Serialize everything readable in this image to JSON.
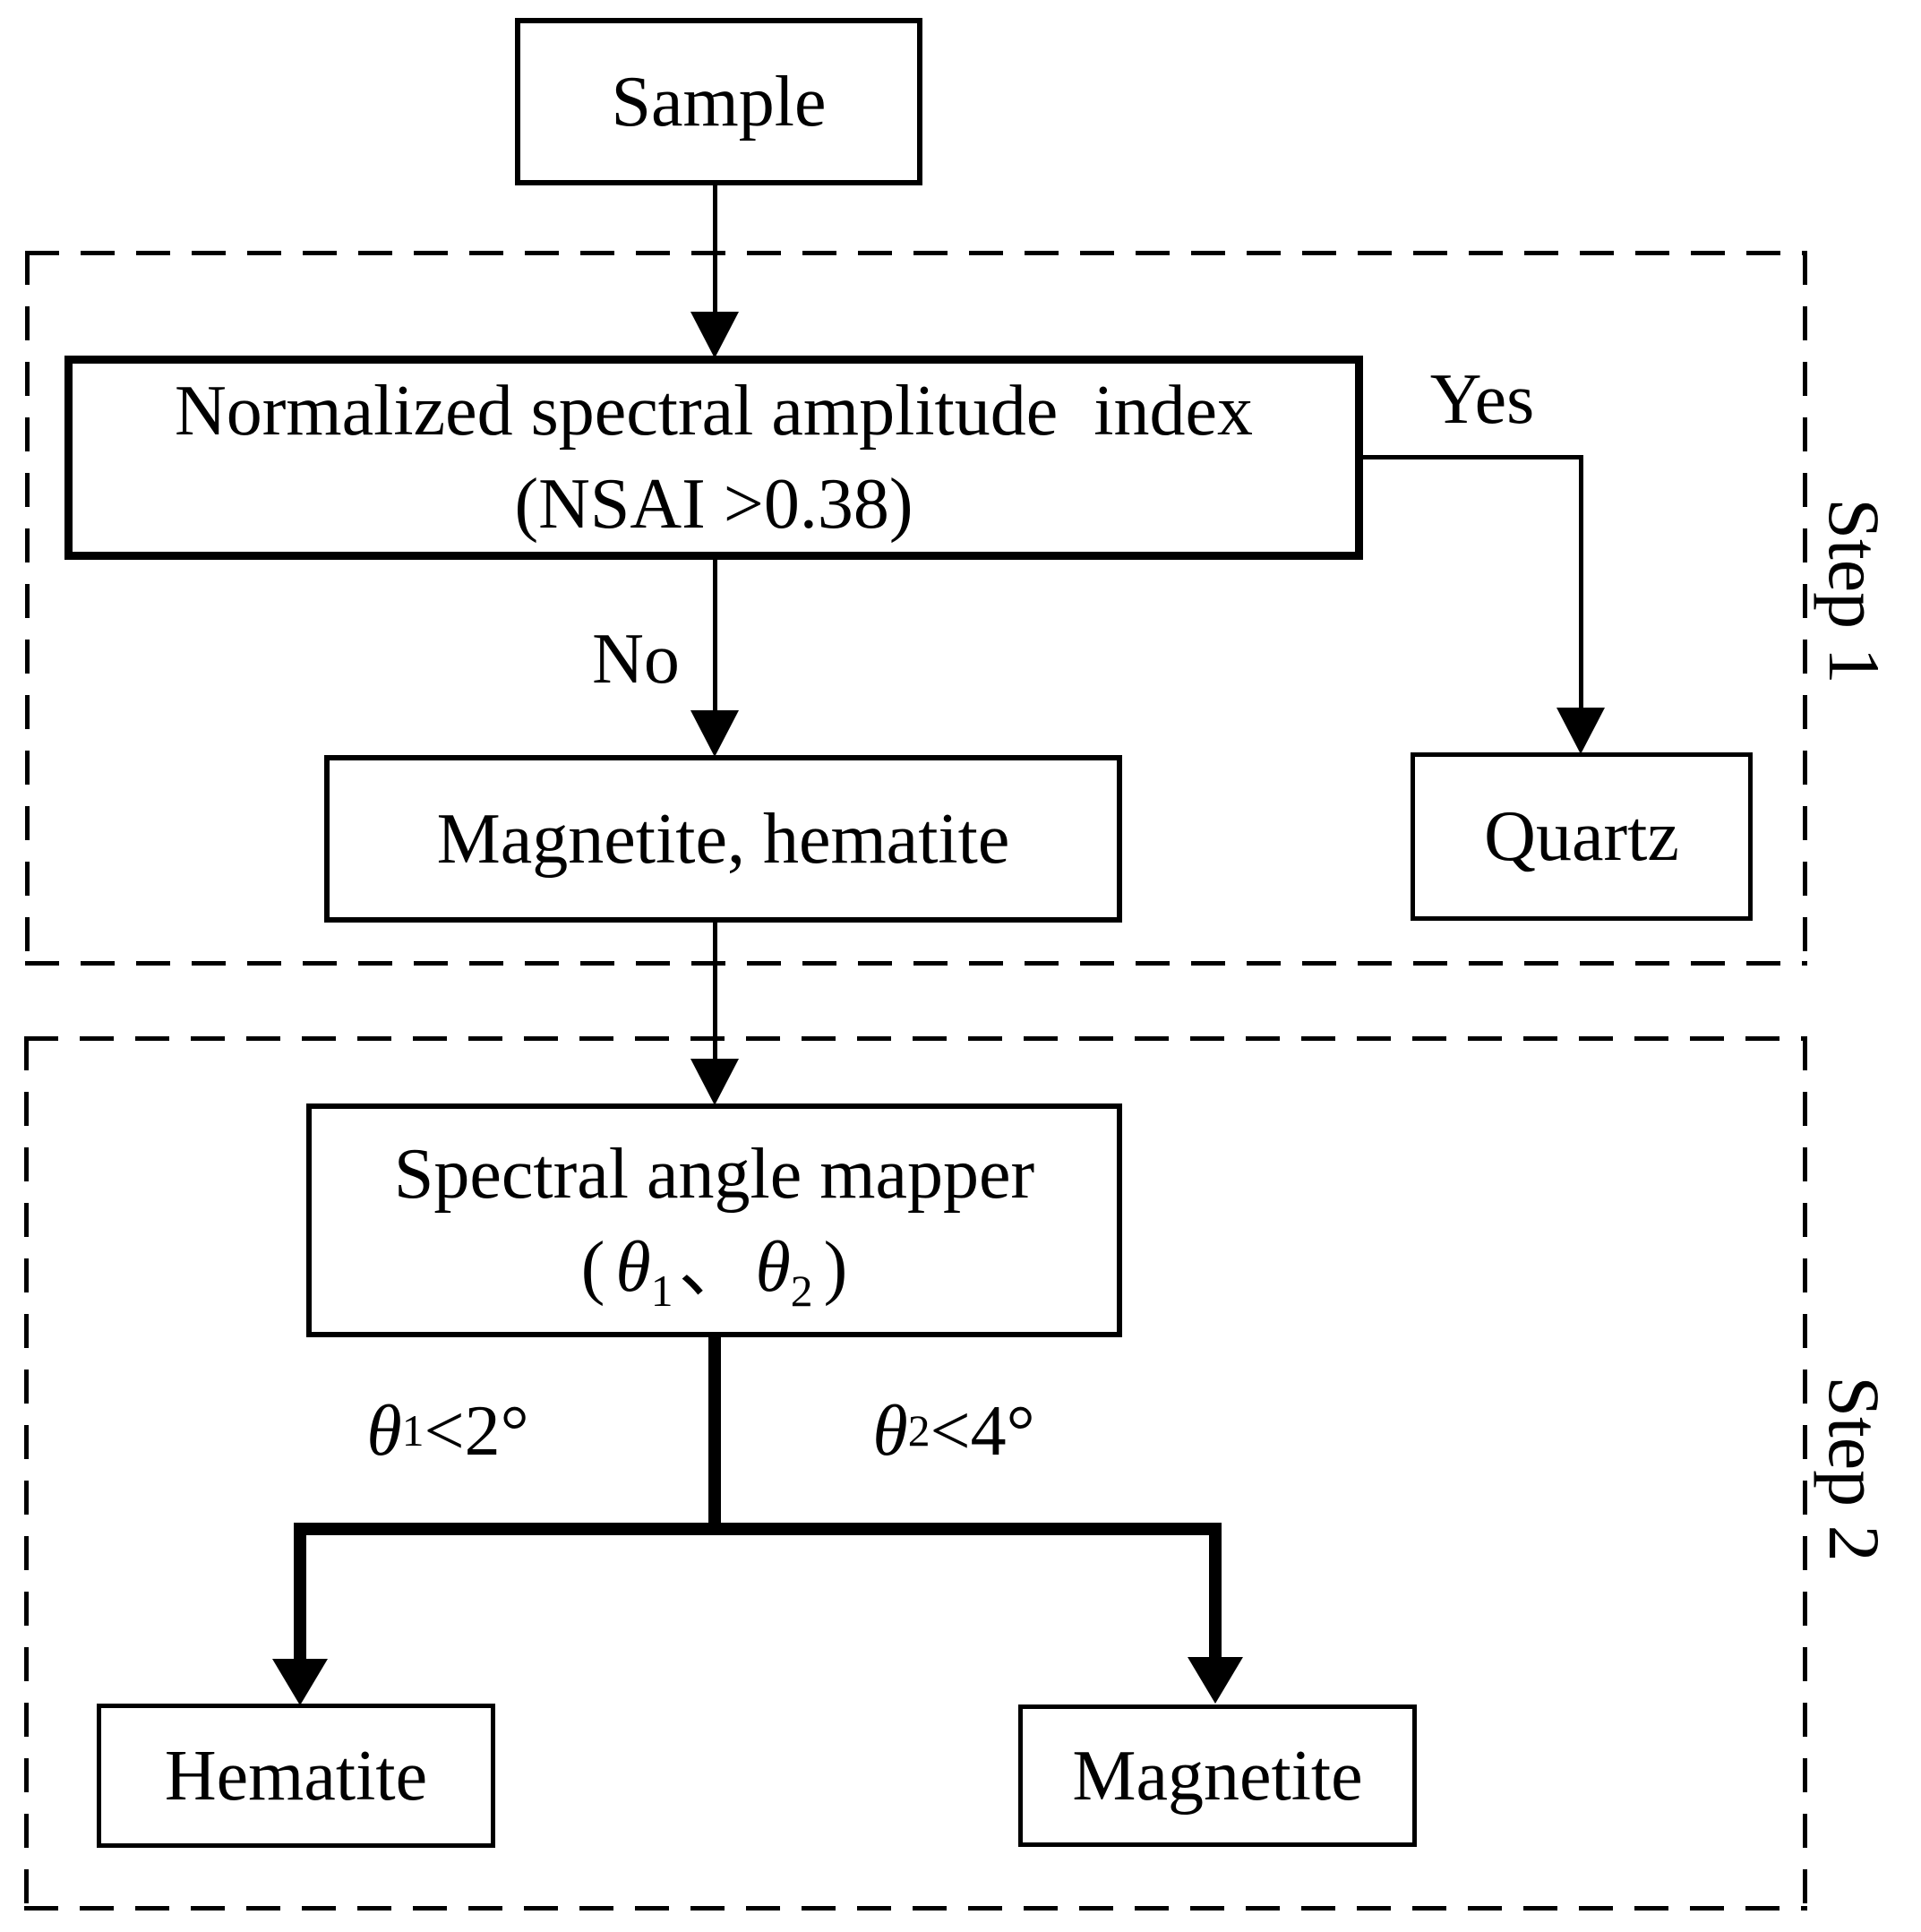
{
  "page": {
    "background": "#ffffff",
    "line_color": "#000000"
  },
  "flowchart": {
    "nodes": {
      "sample": {
        "label": "Sample"
      },
      "nsai": {
        "line1": "Normalized spectral amplitude  index",
        "line2": "(NSAI >0.38)"
      },
      "quartz": {
        "label": "Quartz"
      },
      "magnetite_hematite": {
        "label": "Magnetite, hematite"
      },
      "spectral_angle_mapper": {
        "line1": "Spectral angle mapper",
        "open_paren": "(",
        "theta1_symbol": "θ",
        "theta1_subscript": "1",
        "separator": "、",
        "theta2_symbol": "θ",
        "theta2_subscript": "2",
        "close_paren": ")"
      },
      "hematite": {
        "label": "Hematite"
      },
      "magnetite": {
        "label": "Magnetite"
      }
    },
    "branch_labels": {
      "yes": "Yes",
      "no": "No",
      "theta1_condition": {
        "symbol": "θ",
        "subscript": "1",
        "comparison": "<2°"
      },
      "theta2_condition": {
        "symbol": "θ",
        "subscript": "2",
        "comparison": "<4°"
      }
    },
    "step_labels": {
      "step1": "Step 1",
      "step2": "Step 2"
    }
  }
}
